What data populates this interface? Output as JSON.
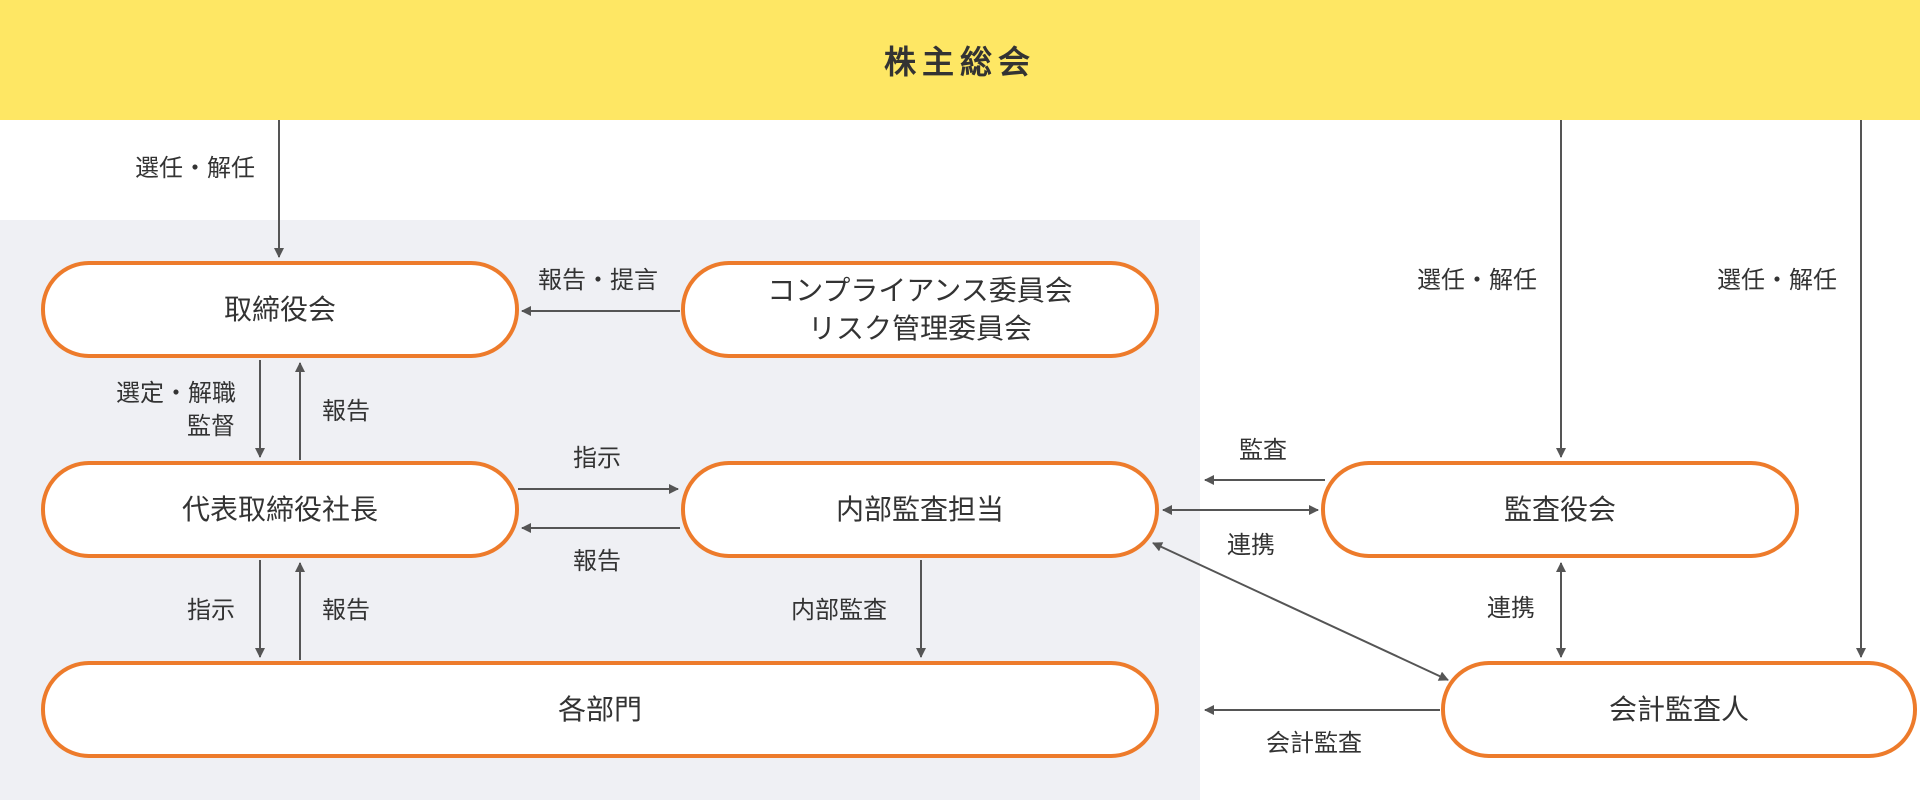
{
  "colors": {
    "banner": "#FEE764",
    "node_border": "#ED7B2B",
    "internal_area": "#EFF0F4",
    "arrow": "#555555"
  },
  "header": {
    "title": "株主総会"
  },
  "nodes": {
    "board": "取締役会",
    "committees": {
      "line1": "コンプライアンス委員会",
      "line2": "リスク管理委員会"
    },
    "president": "代表取締役社長",
    "internal_audit": "内部監査担当",
    "audit_board": "監査役会",
    "departments": "各部門",
    "accounting_auditor": "会計監査人"
  },
  "edges": {
    "shareholders_to_board": "選任・解任",
    "shareholders_to_audit_board": "選任・解任",
    "shareholders_to_accounting_auditor": "選任・解任",
    "committees_to_board": "報告・提言",
    "board_to_president": {
      "line1": "選定・解職",
      "line2": "監督"
    },
    "president_to_board": "報告",
    "president_to_internal_audit": "指示",
    "internal_audit_to_president": "報告",
    "audit_board_to_internal_audit": "監査",
    "internal_audit_audit_board": "連携",
    "president_to_departments": "指示",
    "departments_to_president": "報告",
    "internal_audit_to_departments": "内部監査",
    "audit_board_accounting_auditor": "連携",
    "accounting_auditor_to_departments": "会計監査"
  }
}
